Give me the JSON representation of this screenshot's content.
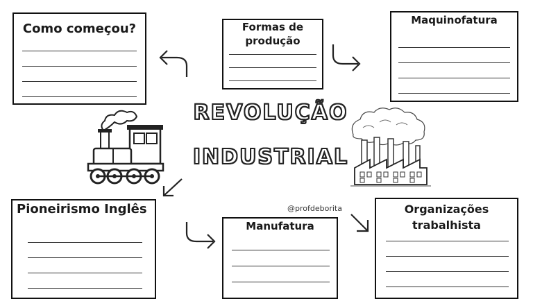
{
  "title": {
    "line1": "REVOLUÇÃO",
    "line2": "INDUSTRIAL"
  },
  "handle": "@profdeborita",
  "boxes": {
    "como_comecou": "Como começou?",
    "formas_line1": "Formas de",
    "formas_line2": "produção",
    "maquinofatura": "Maquinofatura",
    "pioneirismo": "Pioneirismo Inglês",
    "manufatura": "Manufatura",
    "organizacoes_line1": "Organizações",
    "organizacoes_line2": "trabalhista"
  },
  "icons": [
    "curved-arrow-left-icon",
    "curved-arrow-right-icon",
    "arrow-down-left-icon",
    "arrow-down-right-icon",
    "train-icon",
    "factory-icon"
  ]
}
